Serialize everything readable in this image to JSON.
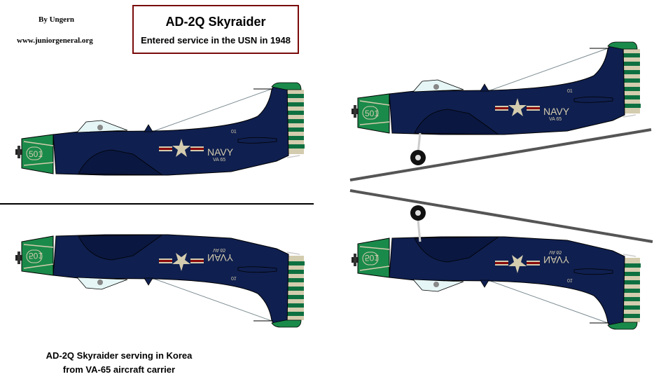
{
  "credits": {
    "author": "By Ungern",
    "website": "www.juniorgeneral.org"
  },
  "title_box": {
    "title": "AD-2Q Skyraider",
    "subtitle": "Entered service in the USN in 1948"
  },
  "markings": {
    "cowl_number": "501",
    "tail_code": "01",
    "service": "NAVY",
    "squadron": "VA 65"
  },
  "caption": {
    "line1": "AD-2Q Skyraider serving in Korea",
    "line2": "from VA-65 aircraft carrier"
  },
  "colors": {
    "fuselage": "#0f1f4f",
    "cowl_green": "#1a8a4a",
    "stripe_beige": "#d4ccae",
    "frame_red": "#7a0a0a"
  }
}
